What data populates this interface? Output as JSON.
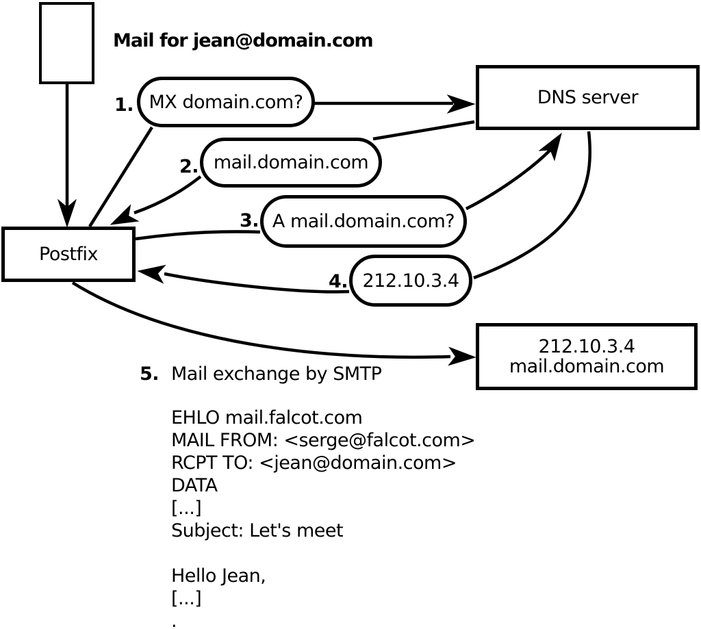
{
  "diagram": {
    "title_note": "Mail for jean@domain.com",
    "nodes": {
      "postfix": "Postfix",
      "dns_server": "DNS server",
      "mail_server_line1": "212.10.3.4",
      "mail_server_line2": "mail.domain.com"
    },
    "steps": [
      {
        "number": "1.",
        "label": "MX domain.com?"
      },
      {
        "number": "2.",
        "label": "mail.domain.com"
      },
      {
        "number": "3.",
        "label": "A mail.domain.com?"
      },
      {
        "number": "4.",
        "label": "212.10.3.4"
      },
      {
        "number": "5.",
        "label": "Mail exchange by SMTP"
      }
    ],
    "smtp_session": "EHLO mail.falcot.com\nMAIL FROM: <serge@falcot.com>\nRCPT TO: <jean@domain.com>\nDATA\n[...]\nSubject: Let's meet\n\nHello Jean,\n[...]\n."
  },
  "colors": {
    "line": "#000000",
    "background": "#ffffff"
  }
}
